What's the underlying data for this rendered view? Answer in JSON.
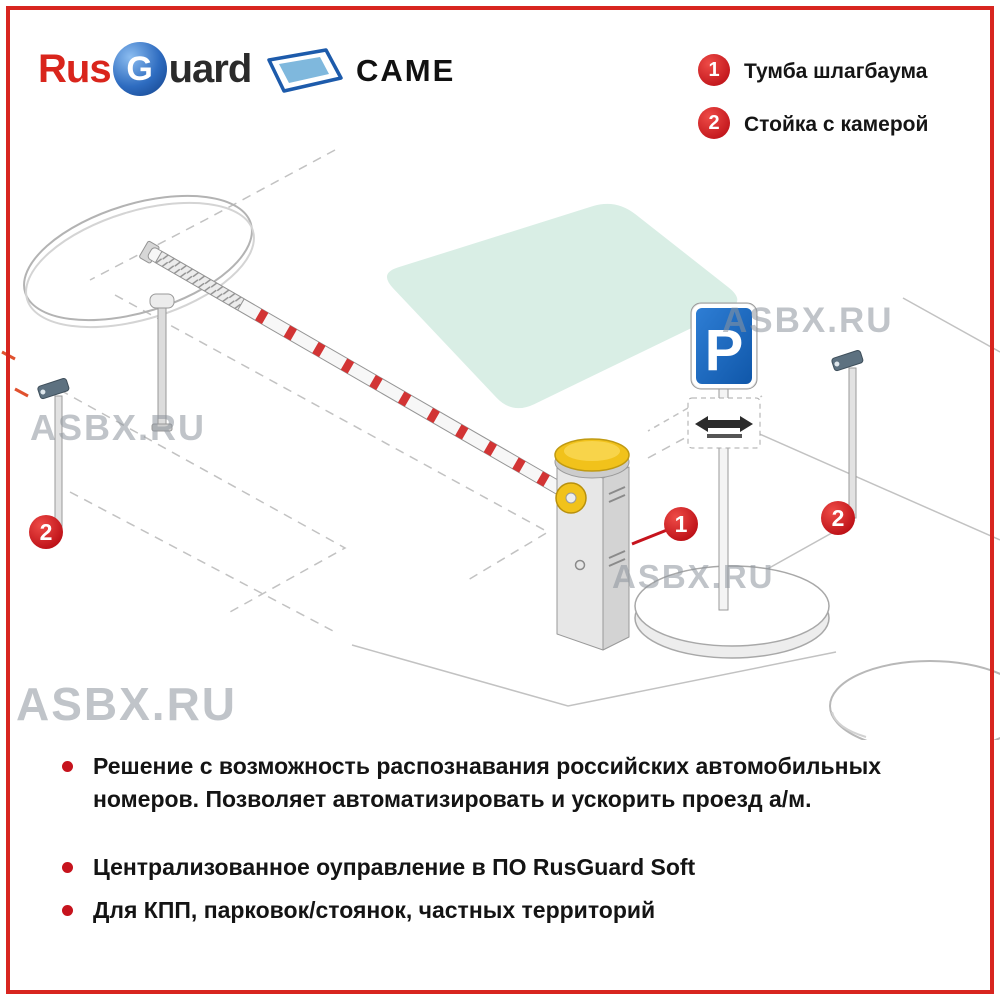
{
  "colors": {
    "frame_red": "#d8251f",
    "accent_red": "#c6131d",
    "sign_blue": "#1668c1",
    "area_teal": "#cfeadf",
    "lamp_yellow": "#f1c21b",
    "brand_blue": "#1d5bab"
  },
  "header": {
    "rusguard_rus": "Rus",
    "rusguard_g": "G",
    "rusguard_uard": "uard",
    "came_label": "CAME"
  },
  "legend": {
    "items": [
      {
        "number": "1",
        "label": "Тумба шлагбаума"
      },
      {
        "number": "2",
        "label": "Стойка с камерой"
      }
    ]
  },
  "diagram": {
    "parking_sign_letter": "P",
    "callouts": {
      "pedestal": "1",
      "camera_left": "2",
      "camera_right": "2"
    },
    "watermarks": {
      "top_right": "ASBX.RU",
      "left": "ASBX.RU",
      "center": "ASBX.RU",
      "bottom_left": "ASBX.RU"
    }
  },
  "features": {
    "items": [
      {
        "text": "Решение с возможность распознавания российских автомобильных номеров. Позволяет автоматизировать и ускорить проезд а/м."
      },
      {
        "text": "Централизованное оуправление в ПО RusGuard Soft"
      },
      {
        "text": "Для КПП, парковок/стоянок, частных территорий"
      }
    ]
  }
}
